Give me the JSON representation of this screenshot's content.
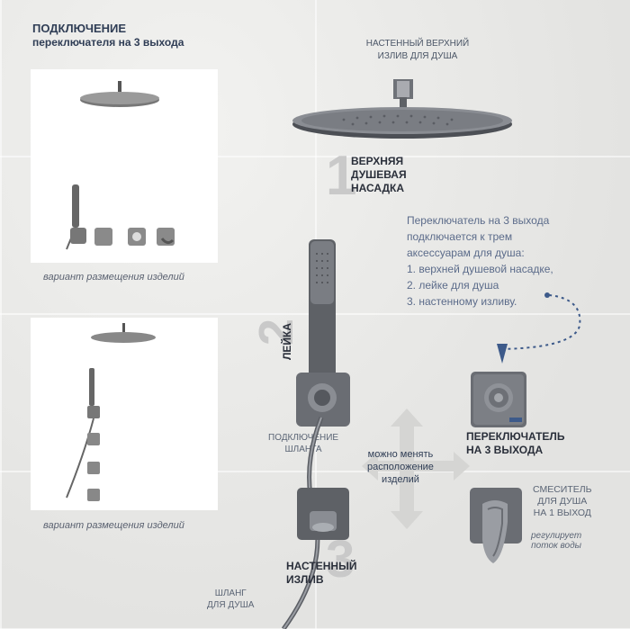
{
  "header": {
    "title_line1": "ПОДКЛЮЧЕНИЕ",
    "title_line2": "переключателя на 3 выхода"
  },
  "captions": {
    "variant_1": "вариант размещения изделий",
    "variant_2": "вариант размещения изделий"
  },
  "labels": {
    "wall_spout_line1": "НАСТЕННЫЙ ВЕРХНИЙ",
    "wall_spout_line2": "ИЗЛИВ ДЛЯ ДУША",
    "num_1": "1",
    "num_2": "2",
    "num_3": "3",
    "upper_head_line1": "ВЕРХНЯЯ",
    "upper_head_line2": "ДУШЕВАЯ",
    "upper_head_line3": "НАСАДКА",
    "hand_shower": "ЛЕЙКА",
    "hose_connection_line1": "ПОДКЛЮЧЕНИЕ",
    "hose_connection_line2": "ШЛАНГА",
    "wall_outlet_line1": "НАСТЕННЫЙ",
    "wall_outlet_line2": "ИЗЛИВ",
    "switch_line1": "ПЕРЕКЛЮЧАТЕЛЬ",
    "switch_line2": "НА 3 ВЫХОДА",
    "hose_line1": "ШЛАНГ",
    "hose_line2": "ДЛЯ ДУША",
    "mixer_line1": "СМЕСИТЕЛЬ",
    "mixer_line2": "ДЛЯ ДУША",
    "mixer_line3": "НА 1 ВЫХОД",
    "regulates_line1": "регулирует",
    "regulates_line2": "поток воды",
    "movable_line1": "можно менять",
    "movable_line2": "расположение",
    "movable_line3": "изделий"
  },
  "info": {
    "line1": "Переключатель на 3 выхода",
    "line2": "подключается к трем",
    "line3": "аксессуарам для душа:",
    "line4": "1. верхней душевой насадке,",
    "line5": "2. лейке для душа",
    "line6": "3. настенному изливу."
  },
  "colors": {
    "metal": "#6f7278",
    "metal_dark": "#4c4f55",
    "text_navy": "#2f3d55",
    "accent_blue": "#3d5a8a"
  }
}
